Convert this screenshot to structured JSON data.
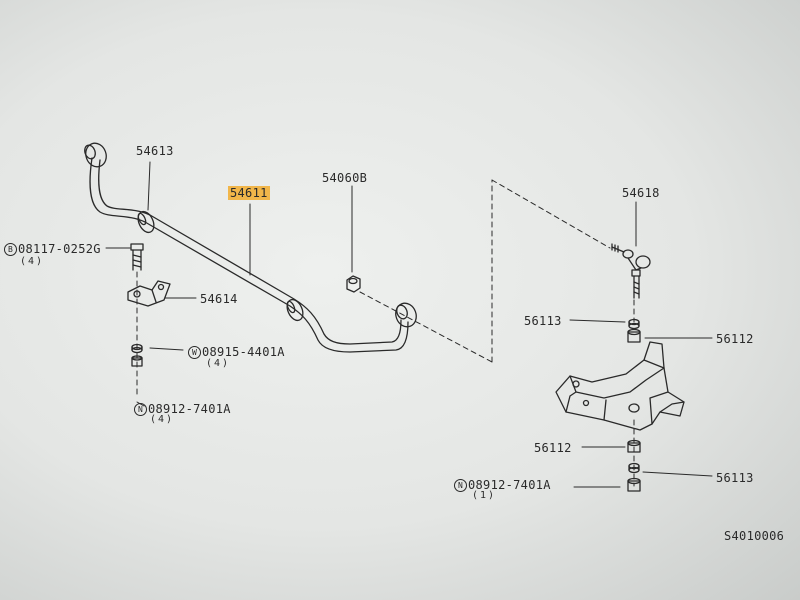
{
  "parts": {
    "p54613": "54613",
    "p54611": "54611",
    "p54060B": "54060B",
    "p54618": "54618",
    "p54614": "54614",
    "bolt": {
      "symbol": "B",
      "number": "08117-0252G",
      "qty": "(4)"
    },
    "washer": {
      "symbol": "W",
      "number": "08915-4401A",
      "qty": "(4)"
    },
    "nut_left": {
      "symbol": "N",
      "number": "08912-7401A",
      "qty": "(4)"
    },
    "p56113_top": "56113",
    "p56112_right": "56112",
    "p56112_lower": "56112",
    "p56113_lower": "56113",
    "nut_right": {
      "symbol": "N",
      "number": "08912-7401A",
      "qty": "(1)"
    },
    "diagram_code": "S4010006"
  },
  "colors": {
    "highlight": "#f1b64a",
    "ink": "#2a2a2a"
  }
}
